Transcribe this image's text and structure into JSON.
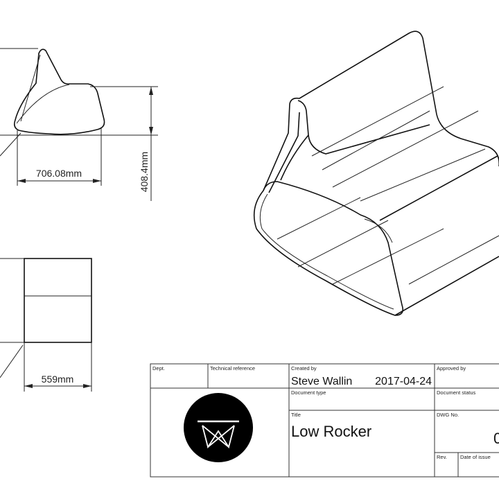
{
  "dimensions": {
    "side_width": "706.08mm",
    "side_height": "408.4mm",
    "front_width": "559mm"
  },
  "title_block": {
    "dept_label": "Dept.",
    "tech_ref_label": "Technical reference",
    "created_by_label": "Created by",
    "created_by": "Steve Wallin",
    "date": "2017-04-24",
    "approved_by_label": "Approved by",
    "document_type_label": "Document type",
    "document_status_label": "Document status",
    "title_label": "Title",
    "title": "Low Rocker",
    "dwg_no_label": "DWG No.",
    "dwg_no_partial": "0",
    "rev_label": "Rev.",
    "date_of_issue_label": "Date of issue",
    "logo": "W monogram in black circle"
  },
  "colors": {
    "line": "#222222",
    "logo": "#000000"
  }
}
